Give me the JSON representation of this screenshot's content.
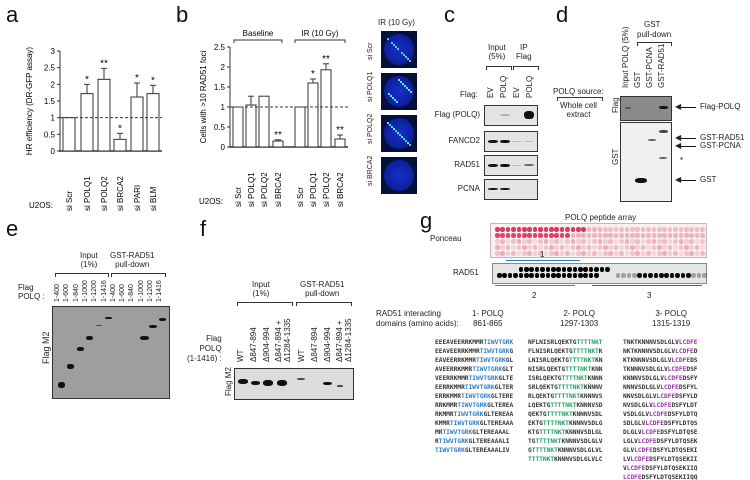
{
  "panels": {
    "a": "a",
    "b": "b",
    "c": "c",
    "d": "d",
    "e": "e",
    "f": "f",
    "g": "g"
  },
  "chart_data": [
    {
      "type": "bar",
      "panel": "a",
      "ylabel": "HR efficiency (DR-GFP assay)",
      "row_label": "U2OS:",
      "categories": [
        "si Scr",
        "si POLQ1",
        "si POLQ2",
        "si BRCA2",
        "si PARI",
        "si BLM"
      ],
      "values": [
        1,
        1.72,
        2.15,
        0.35,
        1.62,
        1.72
      ],
      "errors": [
        0,
        0.28,
        0.33,
        0.18,
        0.42,
        0.25
      ],
      "significance": [
        "",
        "*",
        "**",
        "*",
        "*",
        "*"
      ],
      "yticks": [
        "0",
        "0.5",
        "1",
        "1.5",
        "2",
        "2.5",
        "3"
      ],
      "ylim": [
        0,
        3
      ],
      "reference_line": 1
    },
    {
      "type": "bar",
      "panel": "b",
      "ylabel": "Cells with >10 RAD51 foci",
      "row_label": "U2OS:",
      "groups": [
        "Baseline",
        "IR (10 Gy)"
      ],
      "categories": [
        "si Scr",
        "si POLQ1",
        "si POLQ2",
        "si BRCA2",
        "si Scr",
        "si POLQ1",
        "si POLQ2",
        "si BRCA2"
      ],
      "values": [
        1,
        1.05,
        1.27,
        0.15,
        1,
        1.6,
        1.93,
        0.2
      ],
      "errors": [
        0,
        0.22,
        0,
        0.03,
        0,
        0.1,
        0.15,
        0.1
      ],
      "significance": [
        "",
        "",
        "",
        "**",
        "",
        "*",
        "**",
        "**"
      ],
      "yticks": [
        "0",
        "0.5",
        "1",
        "1.5",
        "2",
        "2.5"
      ],
      "ylim": [
        0,
        2.5
      ],
      "reference_line": 1
    }
  ],
  "b_images": {
    "title": "IR (10 Gy)",
    "labels": [
      "si Scr",
      "si POLQ1",
      "si POLQ2",
      "si BRCA2"
    ]
  },
  "c": {
    "groups": [
      "Input\n(5%)",
      "IP\nFlag"
    ],
    "input": "Input",
    "input_pct": "(5%)",
    "ip": "IP",
    "ip_flag": "Flag",
    "flag_label": "Flag:",
    "lanes": [
      "EV",
      "POLQ",
      "EV",
      "POLQ"
    ],
    "rows": [
      "Flag (POLQ)",
      "FANCD2",
      "RAD51",
      "PCNA"
    ]
  },
  "d": {
    "group": "GST",
    "group2": "pull-down",
    "lanes": [
      "Input POLQ (5%)",
      "GST",
      "GST-PCNA",
      "GST-RAD51"
    ],
    "source_label": "POLQ source:",
    "source_value1": "Whole cell",
    "source_value2": "extract",
    "blot_labels": [
      "Flag",
      "GST"
    ],
    "arrows": [
      "Flag-POLQ",
      "GST-RAD51",
      "GST-PCNA",
      "*",
      "GST"
    ]
  },
  "e": {
    "input": "Input",
    "input_pct": "(1%)",
    "pull": "GST-RAD51",
    "pull2": "pull-down",
    "flag1": "Flag",
    "flag2": "POLQ :",
    "lanes": [
      "1-400",
      "1-600",
      "1-840",
      "1-1000",
      "1-1200",
      "1-1416",
      "1-400",
      "1-600",
      "1-840",
      "1-1000",
      "1-1200",
      "1-1416"
    ],
    "blot_label": "Flag M2"
  },
  "f": {
    "input": "Input",
    "input_pct": "(1%)",
    "pull": "GST-RAD51",
    "pull2": "pull-down",
    "flag1": "Flag",
    "flag2": "POLQ",
    "flag3": "(1-1416) :",
    "lanes": [
      "WT",
      "Δ847-894",
      "Δ904-994",
      "Δ847-894 +",
      "WT",
      "Δ847-894",
      "Δ904-994",
      "Δ847-894 +"
    ],
    "lanes_2": [
      "",
      "",
      "",
      "Δ1284-1335",
      "",
      "",
      "",
      "Δ1284-1335"
    ],
    "blot_label": "Flag M2"
  },
  "g": {
    "title": "POLQ peptide array",
    "ponceau": "Ponceau",
    "rad51": "RAD51",
    "region_labels": [
      "1",
      "2",
      "3"
    ],
    "colors": {
      "region1": "#2a7fc9",
      "region2": "#1fa060",
      "region3": "#9b2fa8"
    },
    "domains_label1": "RAD51 interacting",
    "domains_label2": "domains (amino acids):",
    "domains": [
      {
        "name": "1- POLQ",
        "range": "861-865",
        "motif": "TIWVTGRK",
        "color": "#2a7fc9",
        "peptides": [
          "EEEAVEERRKMMRTIWVTGRK",
          "EEAVEERRKMMRTIWVTGRKG",
          "EAVEERRKMMRTIWVTGRKGL",
          "AVEERRKMMRTIWVTGRKGLT",
          "VEERRKMMRTIWVTGRKGLTE",
          "EERRKMMRTIWVTGRKGLTER",
          "ERRKMMRTIWVTGRKGLTERE",
          "RRKMMRTIWVTGRKGLTEREA",
          "RKMMRTIWVTGRKGLTEREAA",
          "KMMRTIWVTGRKGLTEREAAA",
          "MRTIWVTGRKGLTEREAAAL",
          "RTIWVTGRKGLTEREAAALI",
          "TIWVTGRKGLTEREAAALIV"
        ]
      },
      {
        "name": "2- POLQ",
        "range": "1297-1303",
        "motif": "TTTTNKT",
        "color": "#1fa060",
        "peptides": [
          "NFLNISRLQEKTGTTTTNKT",
          "FLNISRLQEKTGTTTTNKTK",
          "LNISRLQEKTGTTTTNKTKN",
          "NISRLQEKTGTTTTNKTKNN",
          "ISRLQEKTGTTTTNKTKNNN",
          "SRLQEKTGTTTTNKTKNNNV",
          "RLQEKTGTTTTNKTKNNNVS",
          "LQEKTGTTTTNKTKNNNVSD",
          "QEKTGTTTTNKTKNNNVSDL",
          "EKTGTTTTNKTKNNNVSDLG",
          "KTGTTTTNKTKNNNVSDLGL",
          "TGTTTTNKTKNNNVSDLGLV",
          "GTTTTNKTKNNNVSDLGLVL",
          "TTTTNKTKNNNVSDLGLVLC"
        ]
      },
      {
        "name": "3- POLQ",
        "range": "1315-1319",
        "motif": "LCDFE",
        "color": "#9b2fa8",
        "peptides": [
          "TNKTKNNNVSDLGLVLCDFE",
          "NKTKNNNVSDLGLVLCDFED",
          "KTKNNNVSDLGLVLCDFEDS",
          "TKNNNVSDLGLVLCDFEDSF",
          "KNNNVSDLGLVLCDFEDSFY",
          "NNNVSDLGLVLCDFEDSFYL",
          "NNVSDLGLVLCDFEDSFYLD",
          "NVSDLGLVLCDFEDSFYLDT",
          "VSDLGLVLCDFEDSFYLDTQ",
          "SDLGLVLCDFEDSFYLDTQS",
          "DLGLVLCDFEDSFYLDTQSE",
          "LGLVLCDFEDSFYLDTQSEK",
          "GLVLCDFEDSFYLDTQSEKI",
          "LVLCDFEDSFYLDTQSEKII",
          "VLCDFEDSFYLDTQSEKIIQ",
          "LCDFEDSFYLDTQSEKIIQQ"
        ]
      }
    ]
  }
}
